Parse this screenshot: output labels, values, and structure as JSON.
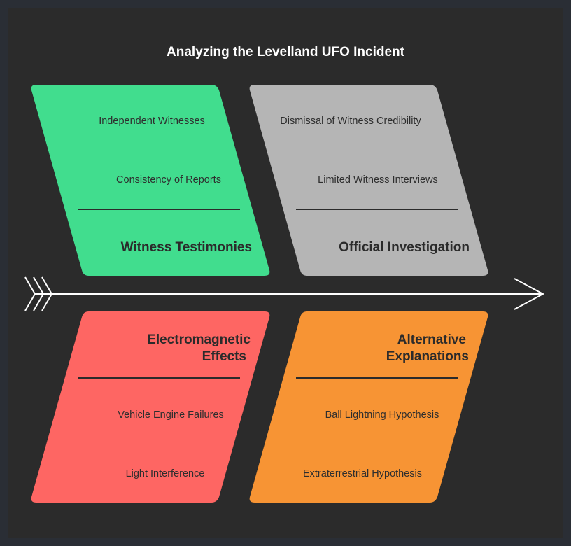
{
  "title": "Analyzing the Levelland UFO Incident",
  "colors": {
    "background": "#2b2b2b",
    "spine": "#ffffff",
    "witness": "#41dd8e",
    "official": "#b5b5b5",
    "electromagnetic": "#fe6663",
    "alternative": "#f79434"
  },
  "causes": {
    "witness": {
      "title": "Witness Testimonies",
      "items": [
        "Independent Witnesses",
        "Consistency of Reports"
      ]
    },
    "official": {
      "title": "Official Investigation",
      "items": [
        "Dismissal of Witness Credibility",
        "Limited Witness Interviews"
      ]
    },
    "electromagnetic": {
      "title_lines": [
        "Electromagnetic",
        "Effects"
      ],
      "items": [
        "Vehicle Engine Failures",
        "Light Interference"
      ]
    },
    "alternative": {
      "title_lines": [
        "Alternative",
        "Explanations"
      ],
      "items": [
        "Ball Lightning Hypothesis",
        "Extraterrestrial Hypothesis"
      ]
    }
  }
}
